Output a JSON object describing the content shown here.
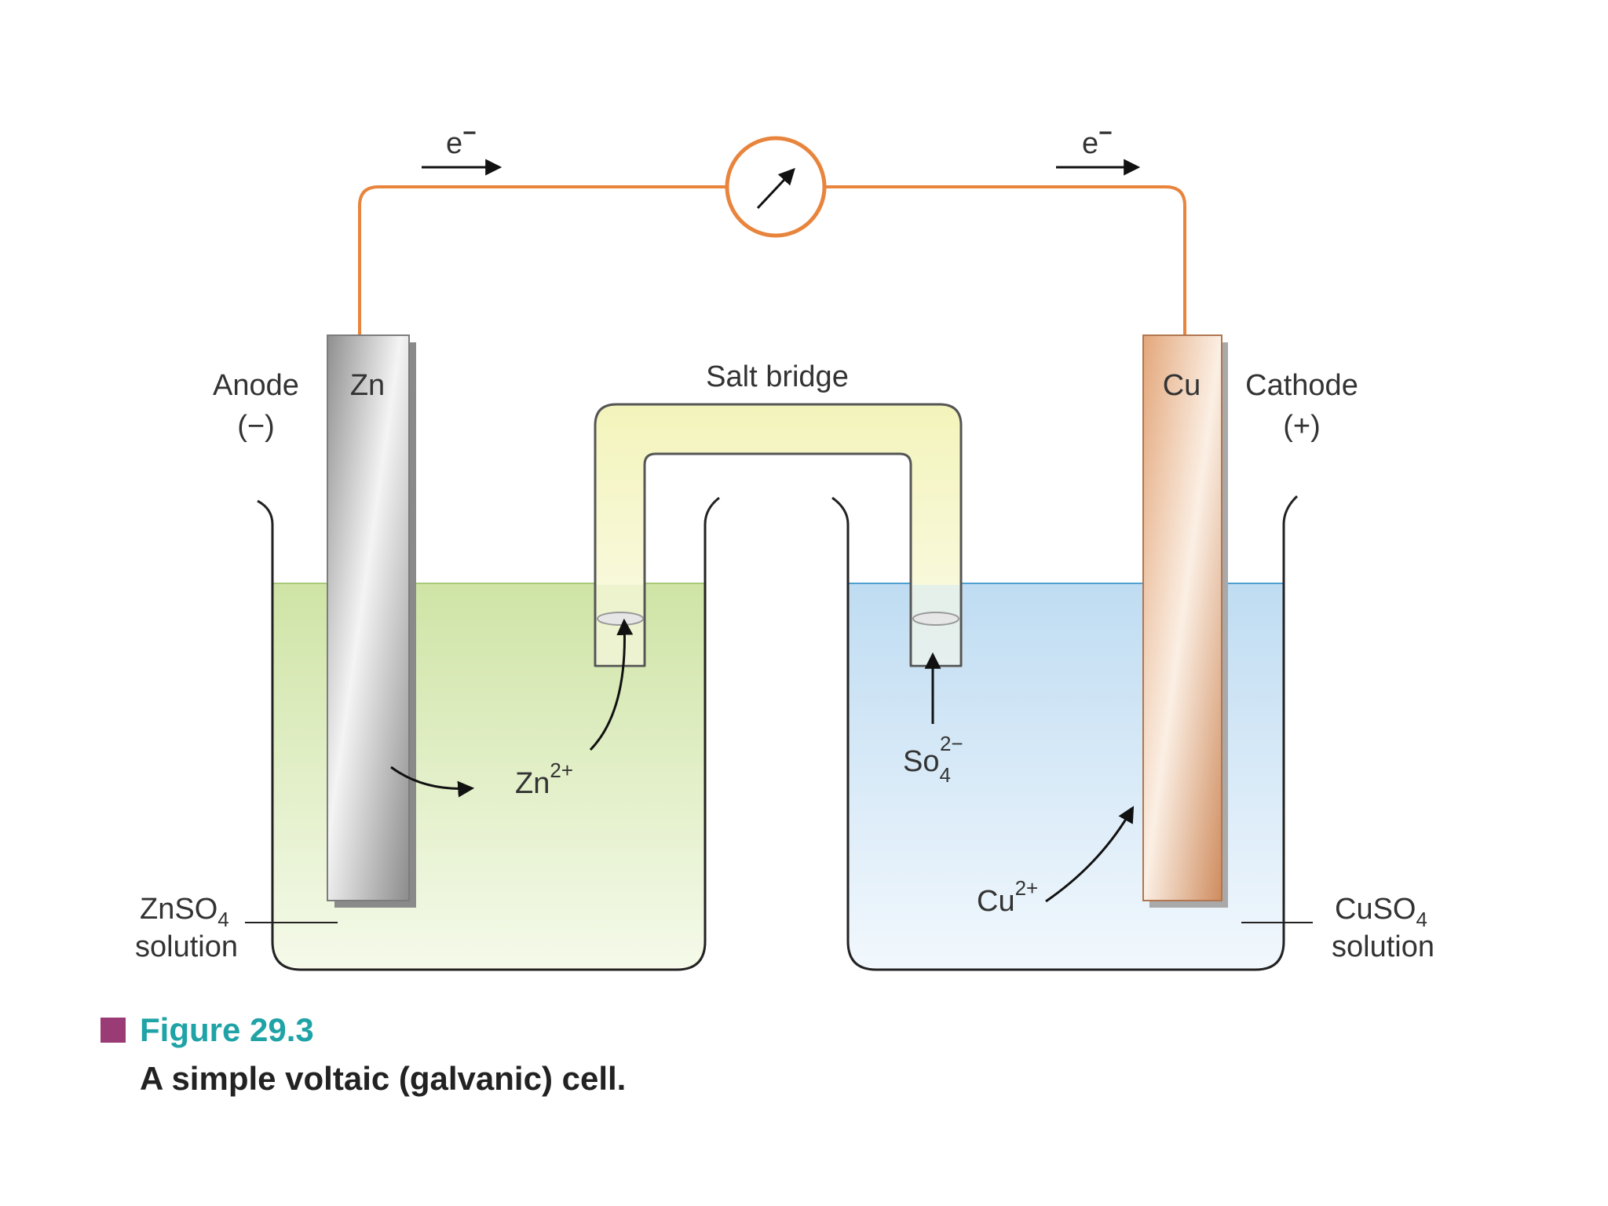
{
  "labels": {
    "electron_left": "e",
    "electron_right": "e",
    "electron_charge": "−",
    "anode": "Anode",
    "anode_sign": "(−)",
    "zn": "Zn",
    "salt_bridge": "Salt bridge",
    "cu": "Cu",
    "cathode": "Cathode",
    "cathode_sign": "(+)",
    "zn_ion": "Zn",
    "zn_ion_charge": "2+",
    "so4_ion": "So",
    "so4_sub": "4",
    "so4_charge": "2−",
    "cu_ion": "Cu",
    "cu_ion_charge": "2+",
    "znso4_main": "ZnSO",
    "znso4_sub": "4",
    "znso4_solution": "solution",
    "cuso4_main": "CuSO",
    "cuso4_sub": "4",
    "cuso4_solution": "solution"
  },
  "caption": {
    "figure": "Figure 29.3",
    "text": "A simple voltaic (galvanic) cell."
  },
  "colors": {
    "wire": "#e8843c",
    "zn_solution": "#d3e6ad",
    "cu_solution": "#c4e0f4",
    "salt_bridge": "#f6f7c8",
    "zinc": "#a9a9a9",
    "copper": "#d9956a",
    "caption_accent": "#9b3b76",
    "caption_label": "#1fa3a6"
  }
}
